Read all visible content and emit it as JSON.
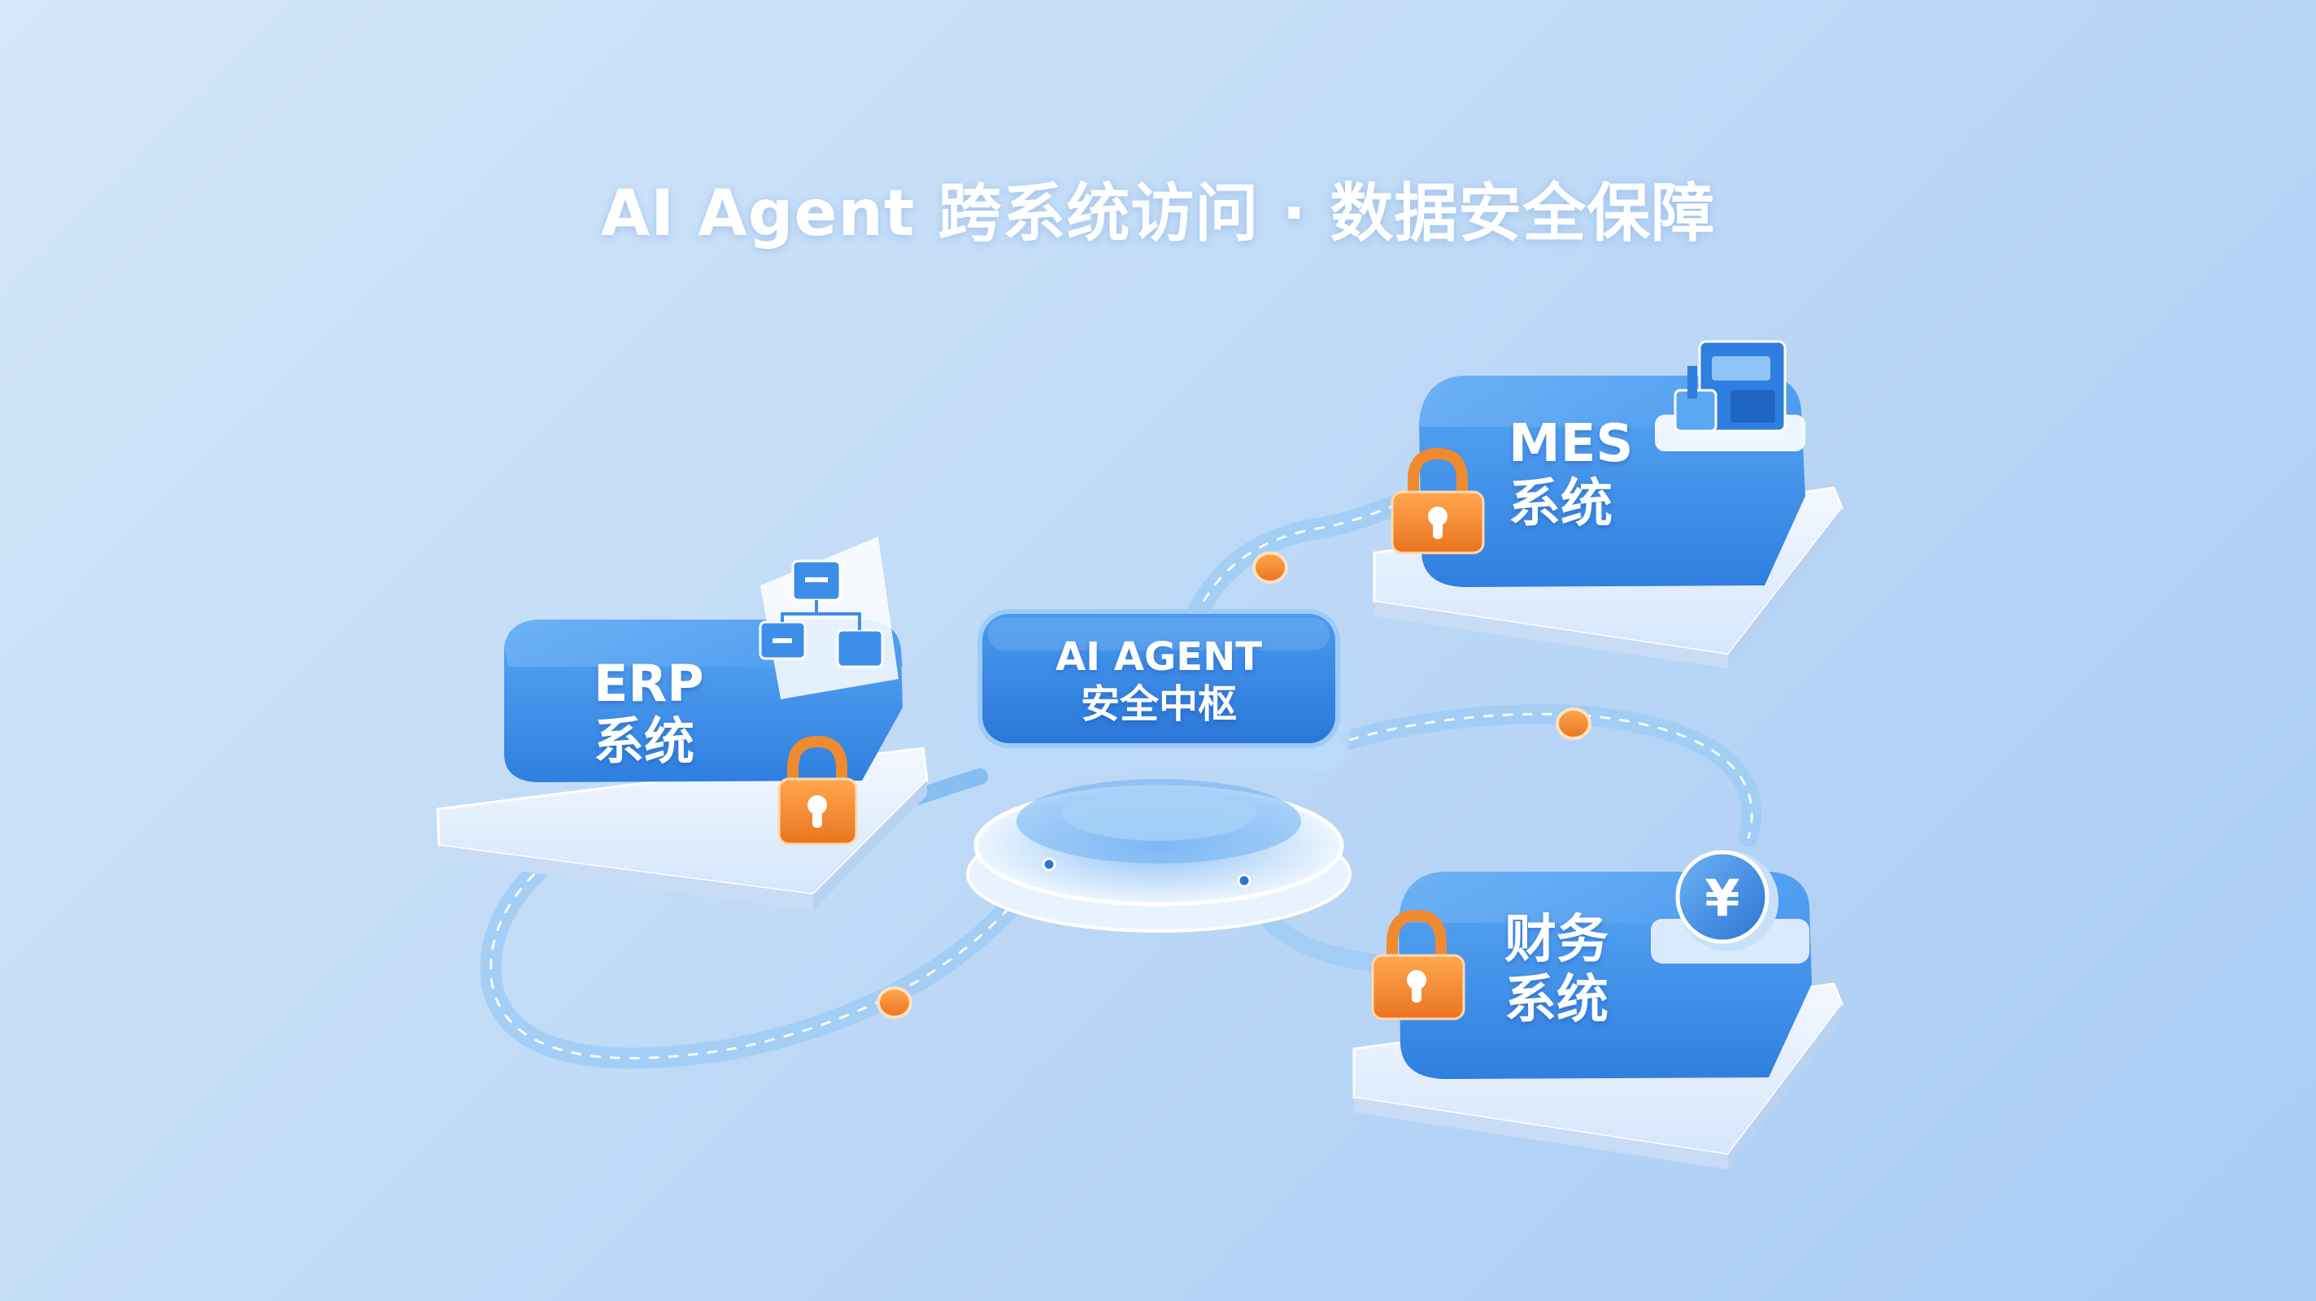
{
  "title": "AI Agent 跨系统访问 · 数据安全保障",
  "hub": {
    "line1": "AI AGENT",
    "line2": "安全中枢"
  },
  "systems": [
    {
      "id": "erp",
      "line1": "ERP",
      "line2": "系统",
      "icon": "org-chart-icon"
    },
    {
      "id": "mes",
      "line1": "MES",
      "line2": "系统",
      "icon": "factory-machine-icon"
    },
    {
      "id": "finance",
      "line1": "财务",
      "line2": "系统",
      "icon": "yen-coin-icon"
    }
  ],
  "icons": {
    "lock": "padlock-icon",
    "coin_symbol": "¥"
  },
  "colors": {
    "card_blue": "#3f8fe6",
    "card_dark": "#2a78d6",
    "lock_orange": "#f08a2e",
    "path_blue": "#a9d2f7"
  }
}
